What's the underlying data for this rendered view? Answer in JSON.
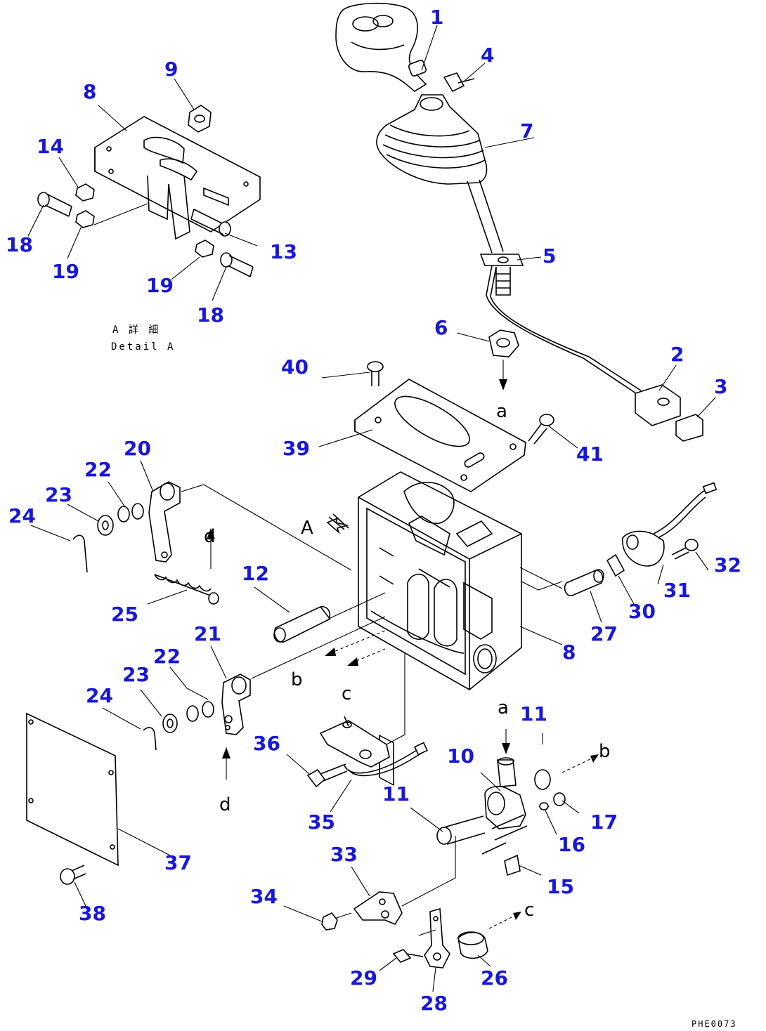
{
  "diagram": {
    "detail_label": "A 詳 細",
    "detail_caption": "Detail A",
    "section_marker": "A",
    "drawing_code": "PHE0073",
    "callouts": [
      {
        "id": "c1",
        "label": "1"
      },
      {
        "id": "c2",
        "label": "2"
      },
      {
        "id": "c3",
        "label": "3"
      },
      {
        "id": "c4",
        "label": "4"
      },
      {
        "id": "c5",
        "label": "5"
      },
      {
        "id": "c6",
        "label": "6"
      },
      {
        "id": "c7",
        "label": "7"
      },
      {
        "id": "c8a",
        "label": "8"
      },
      {
        "id": "c8b",
        "label": "8"
      },
      {
        "id": "c9",
        "label": "9"
      },
      {
        "id": "c10",
        "label": "10"
      },
      {
        "id": "c11a",
        "label": "11"
      },
      {
        "id": "c11b",
        "label": "11"
      },
      {
        "id": "c12",
        "label": "12"
      },
      {
        "id": "c13",
        "label": "13"
      },
      {
        "id": "c14",
        "label": "14"
      },
      {
        "id": "c15",
        "label": "15"
      },
      {
        "id": "c16",
        "label": "16"
      },
      {
        "id": "c17",
        "label": "17"
      },
      {
        "id": "c18a",
        "label": "18"
      },
      {
        "id": "c18b",
        "label": "18"
      },
      {
        "id": "c19a",
        "label": "19"
      },
      {
        "id": "c19b",
        "label": "19"
      },
      {
        "id": "c20",
        "label": "20"
      },
      {
        "id": "c21",
        "label": "21"
      },
      {
        "id": "c22a",
        "label": "22"
      },
      {
        "id": "c22b",
        "label": "22"
      },
      {
        "id": "c23a",
        "label": "23"
      },
      {
        "id": "c23b",
        "label": "23"
      },
      {
        "id": "c24a",
        "label": "24"
      },
      {
        "id": "c24b",
        "label": "24"
      },
      {
        "id": "c25",
        "label": "25"
      },
      {
        "id": "c26",
        "label": "26"
      },
      {
        "id": "c27",
        "label": "27"
      },
      {
        "id": "c28",
        "label": "28"
      },
      {
        "id": "c29",
        "label": "29"
      },
      {
        "id": "c30",
        "label": "30"
      },
      {
        "id": "c31",
        "label": "31"
      },
      {
        "id": "c32",
        "label": "32"
      },
      {
        "id": "c33",
        "label": "33"
      },
      {
        "id": "c34",
        "label": "34"
      },
      {
        "id": "c35",
        "label": "35"
      },
      {
        "id": "c36",
        "label": "36"
      },
      {
        "id": "c37",
        "label": "37"
      },
      {
        "id": "c38",
        "label": "38"
      },
      {
        "id": "c39",
        "label": "39"
      },
      {
        "id": "c40",
        "label": "40"
      },
      {
        "id": "c41",
        "label": "41"
      }
    ],
    "connection_letters": [
      {
        "id": "la1",
        "label": "a"
      },
      {
        "id": "la2",
        "label": "a"
      },
      {
        "id": "lb1",
        "label": "b"
      },
      {
        "id": "lb2",
        "label": "b"
      },
      {
        "id": "lc1",
        "label": "c"
      },
      {
        "id": "lc2",
        "label": "c"
      },
      {
        "id": "ld1",
        "label": "d"
      },
      {
        "id": "ld2",
        "label": "d"
      }
    ]
  }
}
